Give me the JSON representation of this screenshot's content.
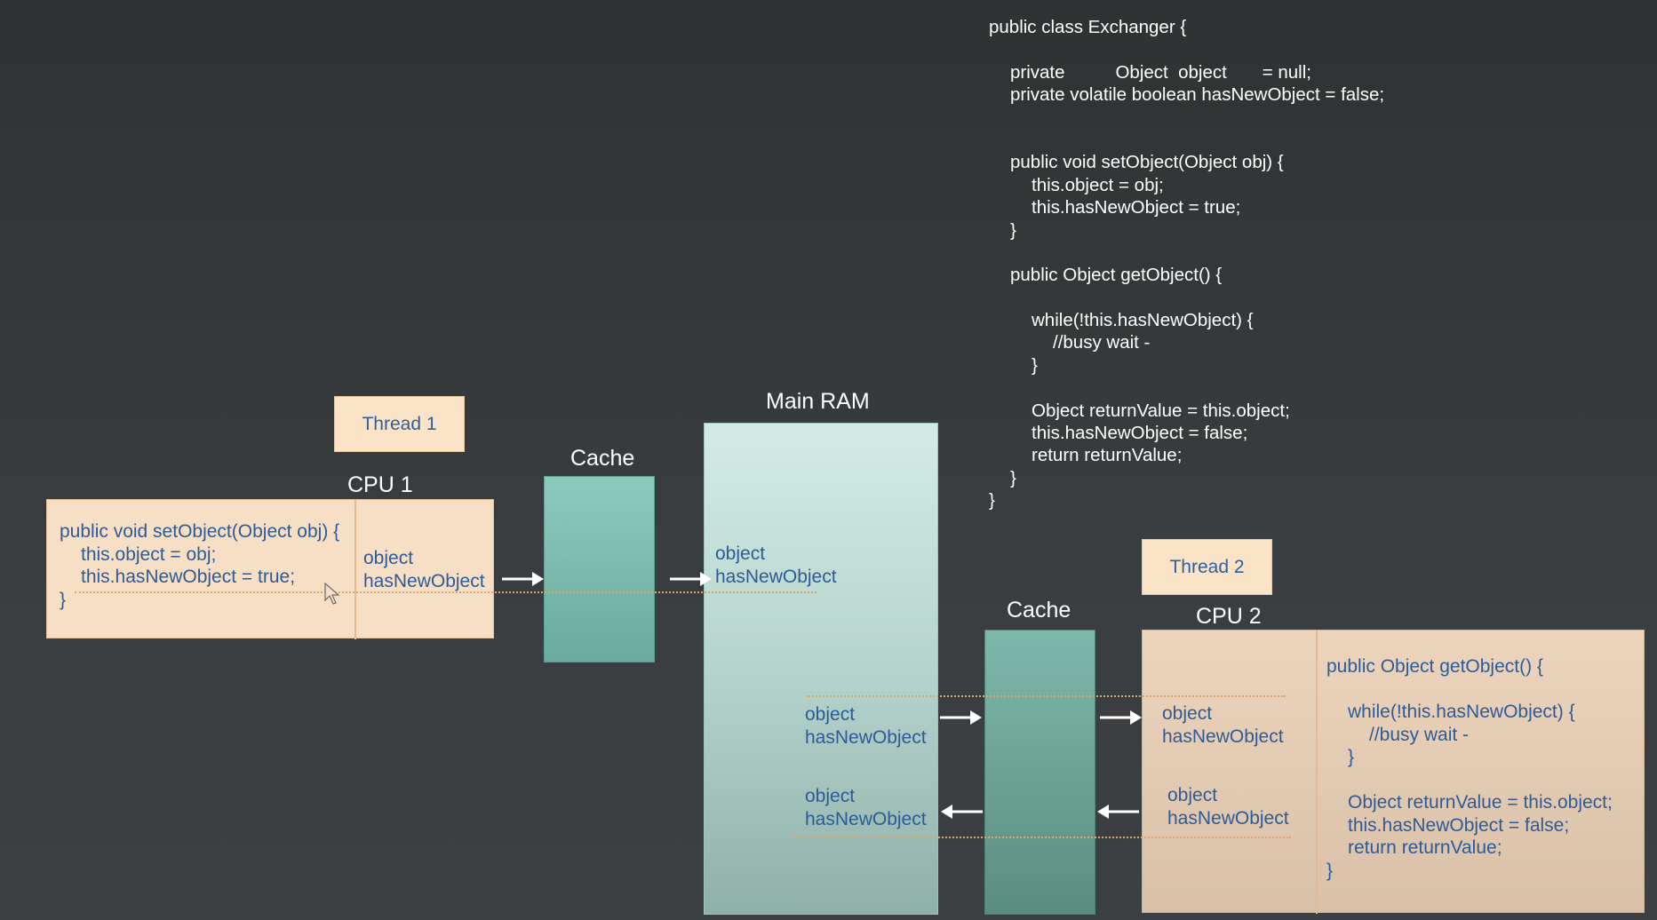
{
  "code_main": [
    {
      "t": "public class Exchanger {",
      "i": 0
    },
    {
      "t": "",
      "i": 0
    },
    {
      "t": "private          Object  object       = null;",
      "i": 1
    },
    {
      "t": "private volatile boolean hasNewObject = false;",
      "i": 1
    },
    {
      "t": "",
      "i": 0
    },
    {
      "t": "",
      "i": 0
    },
    {
      "t": "public void setObject(Object obj) {",
      "i": 1
    },
    {
      "t": "this.object = obj;",
      "i": 2
    },
    {
      "t": "this.hasNewObject = true;",
      "i": 2
    },
    {
      "t": "}",
      "i": 1
    },
    {
      "t": "",
      "i": 0
    },
    {
      "t": "public Object getObject() {",
      "i": 1
    },
    {
      "t": "",
      "i": 0
    },
    {
      "t": "while(!this.hasNewObject) {",
      "i": 2
    },
    {
      "t": "//busy wait -",
      "i": 3
    },
    {
      "t": "}",
      "i": 2
    },
    {
      "t": "",
      "i": 0
    },
    {
      "t": "Object returnValue = this.object;",
      "i": 2
    },
    {
      "t": "this.hasNewObject = false;",
      "i": 2
    },
    {
      "t": "return returnValue;",
      "i": 2
    },
    {
      "t": "}",
      "i": 1
    },
    {
      "t": "}",
      "i": 0
    }
  ],
  "labels": {
    "thread1": "Thread 1",
    "cpu1": "CPU 1",
    "cache1": "Cache",
    "main_ram": "Main RAM",
    "thread2": "Thread 2",
    "cpu2": "CPU 2",
    "cache2": "Cache"
  },
  "cpu1_code": [
    {
      "t": "public void setObject(Object obj) {",
      "i": 0
    },
    {
      "t": "this.object = obj;",
      "i": 1
    },
    {
      "t": "this.hasNewObject = true;",
      "i": 1
    },
    {
      "t": "}",
      "i": 0
    }
  ],
  "cpu1_vars": [
    "object",
    "hasNewObject"
  ],
  "ram_vars_top": [
    "object",
    "hasNewObject"
  ],
  "ram_vars_mid": [
    "object",
    "hasNewObject"
  ],
  "ram_vars_bottom": [
    "object",
    "hasNewObject"
  ],
  "cpu2_vars_top": [
    "object",
    "hasNewObject"
  ],
  "cpu2_vars_bottom": [
    "object",
    "hasNewObject"
  ],
  "cpu2_code": [
    {
      "t": "public Object getObject() {",
      "i": 0
    },
    {
      "t": "",
      "i": 0
    },
    {
      "t": "while(!this.hasNewObject) {",
      "i": 1
    },
    {
      "t": "//busy wait -",
      "i": 2
    },
    {
      "t": "}",
      "i": 1
    },
    {
      "t": "",
      "i": 0
    },
    {
      "t": "Object returnValue = this.object;",
      "i": 1
    },
    {
      "t": "this.hasNewObject = false;",
      "i": 1
    },
    {
      "t": "return returnValue;",
      "i": 1
    },
    {
      "t": "}",
      "i": 0
    }
  ],
  "colors": {
    "cpu_fill": "#f7dfc5",
    "cache_fill": "#7bbbad",
    "ram_fill": "#c6e2db",
    "code_blue": "#2e5b96",
    "dotted_line": "#d9a76a"
  }
}
